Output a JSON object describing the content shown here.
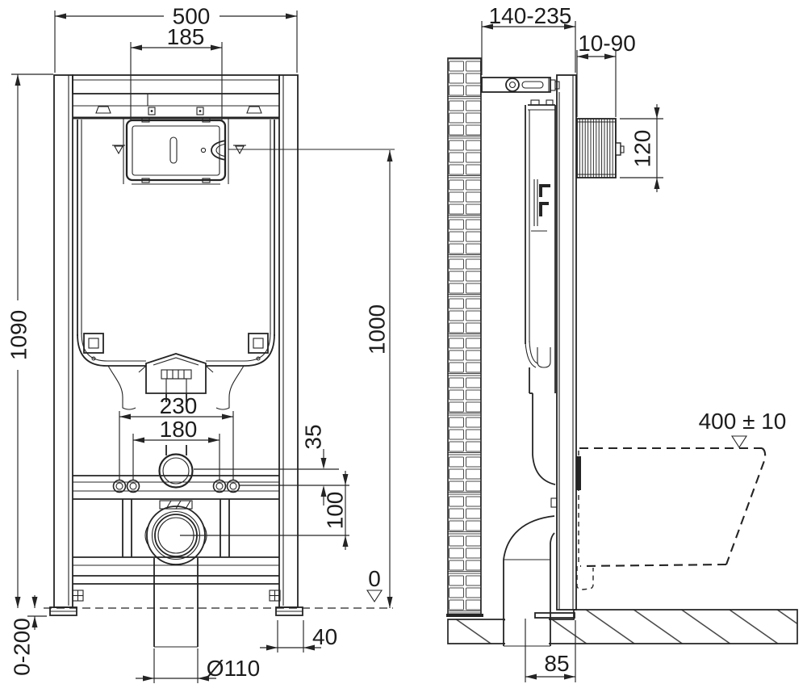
{
  "drawing": {
    "front": {
      "width_total": "500",
      "width_panel": "185",
      "height_frame": "1090",
      "height_actuation": "1000",
      "bolts_outer": "230",
      "bolts_inner": "180",
      "offset_pipe": "35",
      "offset_drain": "100",
      "level_zero": "0",
      "leg_range": "0-200",
      "foot_depth": "40",
      "drain_dia": "Ø110"
    },
    "side": {
      "depth_range": "140-235",
      "actuator_range": "10-90",
      "box_height": "120",
      "bowl_top_height": "400 ± 10",
      "outlet_offset": "85"
    }
  }
}
